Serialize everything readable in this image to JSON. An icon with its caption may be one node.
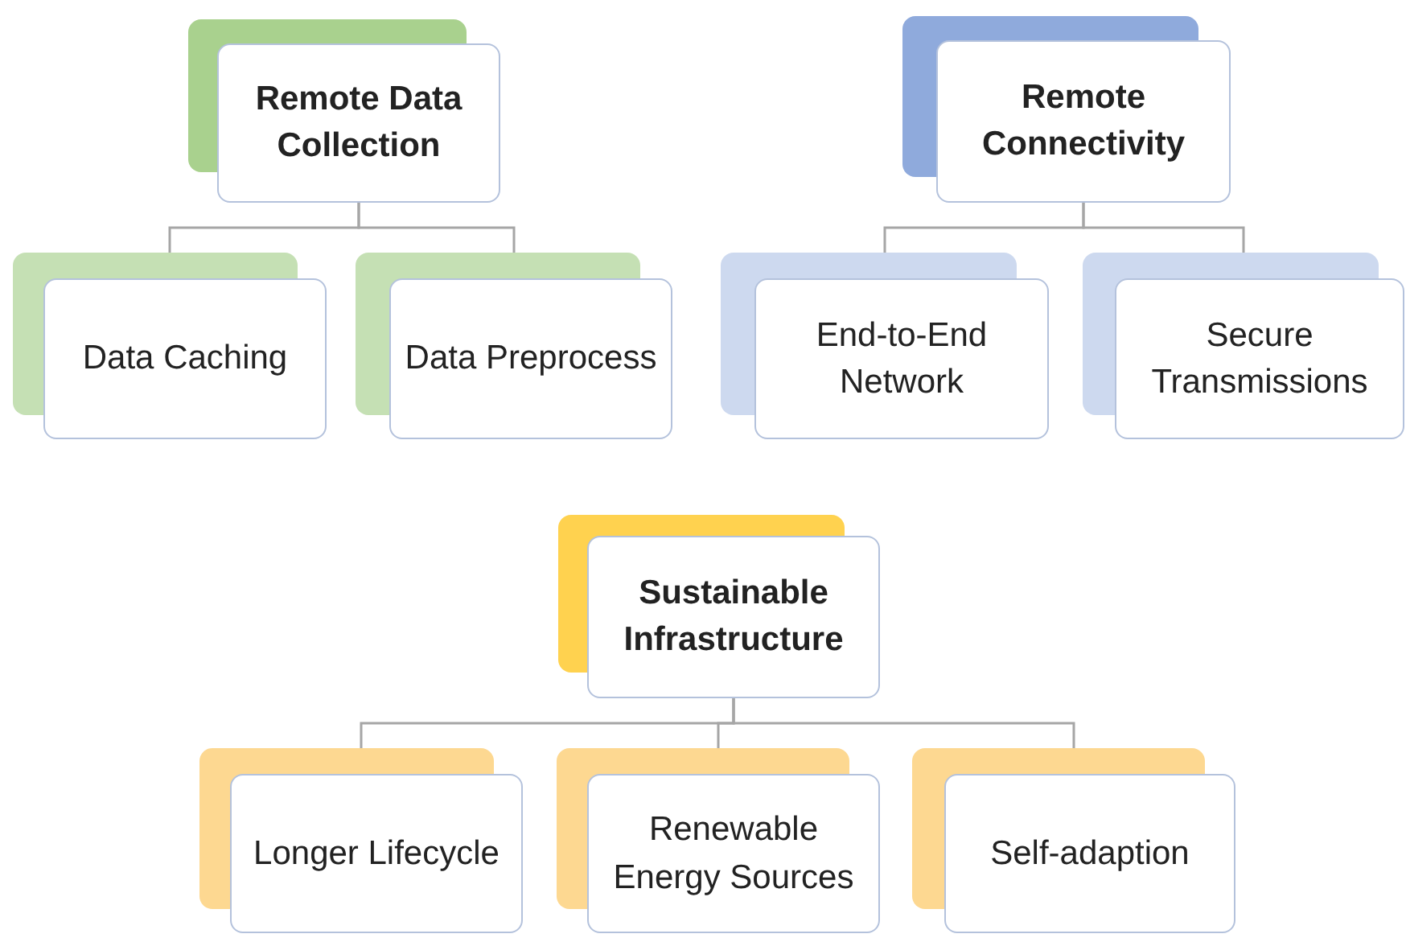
{
  "diagram": {
    "nodes": [
      {
        "text": [
          "Remote Data Collection"
        ]
      },
      {
        "text": [
          "Data Caching"
        ]
      },
      {
        "text": [
          "Data Preprocess"
        ]
      },
      {
        "text": [
          "Remote Connectivity"
        ]
      },
      {
        "text": [
          "End-to-End Network"
        ]
      },
      {
        "text": [
          "Secure Transmissions"
        ]
      },
      {
        "text": [
          "Sustainable Infrastructure"
        ]
      },
      {
        "text": [
          "Longer Lifecycle"
        ]
      },
      {
        "text": [
          "Renewable Energy Sources"
        ]
      },
      {
        "text": [
          "Self-adaption"
        ]
      }
    ],
    "edges": [
      {
        "from": 0,
        "to": 1,
        "arrow": "none"
      },
      {
        "from": 0,
        "to": 2,
        "arrow": "none"
      },
      {
        "from": 3,
        "to": 4,
        "arrow": "none"
      },
      {
        "from": 3,
        "to": 5,
        "arrow": "none"
      },
      {
        "from": 6,
        "to": 7,
        "arrow": "none"
      },
      {
        "from": 6,
        "to": 8,
        "arrow": "none"
      },
      {
        "from": 6,
        "to": 9,
        "arrow": "none"
      }
    ]
  }
}
